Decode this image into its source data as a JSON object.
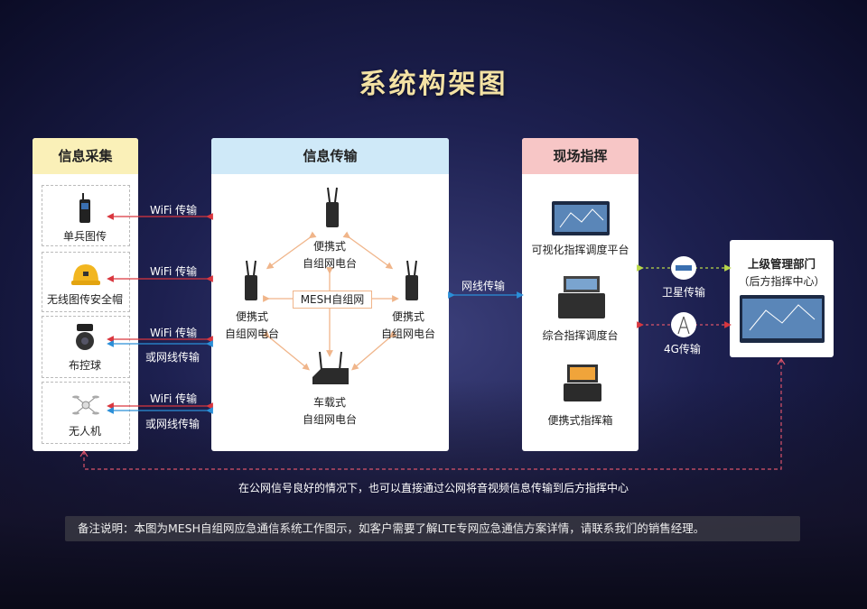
{
  "title": "系统构架图",
  "collection": {
    "header": "信息采集",
    "items": [
      {
        "label": "单兵图传",
        "icon": "handheld-radio-icon"
      },
      {
        "label": "无线图传安全帽",
        "icon": "helmet-icon"
      },
      {
        "label": "布控球",
        "icon": "ptz-camera-icon"
      },
      {
        "label": "无人机",
        "icon": "drone-icon"
      }
    ],
    "links": [
      "WiFi 传输",
      "WiFi 传输",
      "WiFi 传输",
      "或网线传输",
      "WiFi 传输",
      "或网线传输"
    ]
  },
  "transmission": {
    "header": "信息传输",
    "top_label": "便携式\n自组网电台",
    "left_label": "便携式\n自组网电台",
    "right_label": "便携式\n自组网电台",
    "bottom_label": "车载式\n自组网电台",
    "center_label": "MESH自组网",
    "link_label": "网线传输"
  },
  "command": {
    "header": "现场指挥",
    "items": [
      {
        "label": "可视化指挥调度平台",
        "icon": "dispatch-screen-icon"
      },
      {
        "label": "综合指挥调度台",
        "icon": "command-console-icon"
      },
      {
        "label": "便携式指挥箱",
        "icon": "command-case-icon"
      }
    ],
    "sat_label": "卫星传输",
    "g4_label": "4G传输"
  },
  "hq": {
    "title": "上级管理部门",
    "subtitle": "（后方指挥中心）"
  },
  "footnote": "在公网信号良好的情况下，也可以直接通过公网将音视频信息传输到后方指挥中心",
  "note": "备注说明：本图为MESH自组网应急通信系统工作图示，如客户需要了解LTE专网应急通信方案详情，请联系我们的销售经理。",
  "colors": {
    "collection_header": "#faf0b8",
    "transmission_header": "#cfe9f8",
    "command_header": "#f7c6c6",
    "title": "#f3e2a4",
    "arrow_red": "#d9363e",
    "arrow_blue": "#2a8fd8",
    "arrow_orange": "#f0b58a",
    "arrow_green": "#b9d84a",
    "dash_pink": "#d9536a"
  }
}
